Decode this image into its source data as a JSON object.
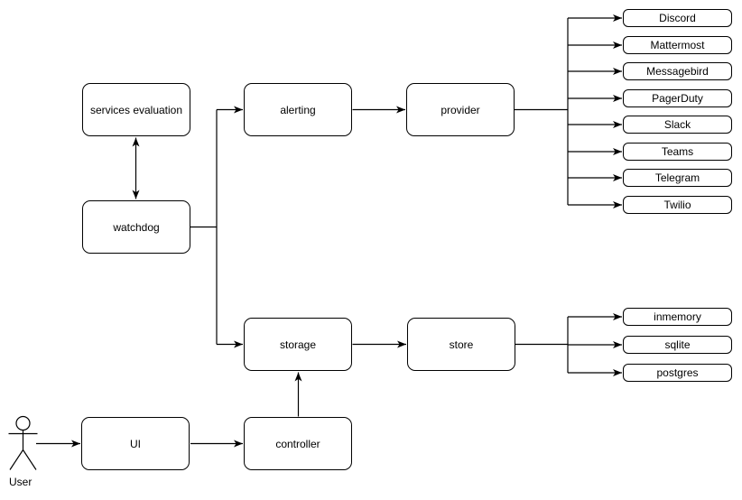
{
  "nodes": {
    "services_evaluation": "services evaluation",
    "watchdog": "watchdog",
    "alerting": "alerting",
    "provider": "provider",
    "storage": "storage",
    "store": "store",
    "ui": "UI",
    "controller": "controller"
  },
  "providers": [
    "Discord",
    "Mattermost",
    "Messagebird",
    "PagerDuty",
    "Slack",
    "Teams",
    "Telegram",
    "Twilio"
  ],
  "stores": [
    "inmemory",
    "sqlite",
    "postgres"
  ],
  "actor_label": "User",
  "edges": [
    {
      "from": "services evaluation",
      "to": "watchdog",
      "type": "bidirectional"
    },
    {
      "from": "watchdog",
      "to": [
        "alerting",
        "storage"
      ]
    },
    {
      "from": "alerting",
      "to": "provider"
    },
    {
      "from": "provider",
      "to": [
        "Discord",
        "Mattermost",
        "Messagebird",
        "PagerDuty",
        "Slack",
        "Teams",
        "Telegram",
        "Twilio"
      ]
    },
    {
      "from": "storage",
      "to": "store"
    },
    {
      "from": "store",
      "to": [
        "inmemory",
        "sqlite",
        "postgres"
      ]
    },
    {
      "from": "controller",
      "to": "storage"
    },
    {
      "from": "UI",
      "to": "controller"
    },
    {
      "from": "User",
      "to": "UI"
    }
  ],
  "colors": {
    "stroke": "#000000",
    "node_fill": "#ffffff",
    "background": "#ffffff",
    "text": "#000000"
  }
}
